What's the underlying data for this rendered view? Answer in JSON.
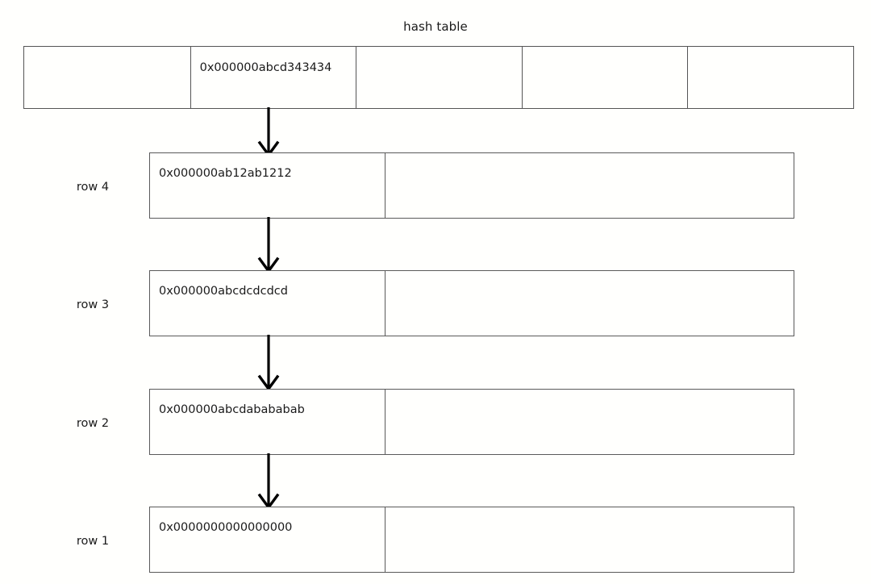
{
  "diagram": {
    "title": "hash table",
    "type": "linked-list-chain-diagram",
    "colors": {
      "background": "#fffffd",
      "border": "#555555",
      "text": "#1a1a1a",
      "arrow": "#000000"
    }
  },
  "hash_table": {
    "cells": [
      {
        "text": ""
      },
      {
        "text": "0x000000abcd343434"
      },
      {
        "text": ""
      },
      {
        "text": ""
      },
      {
        "text": ""
      }
    ]
  },
  "rows": [
    {
      "label": "row 4",
      "key": "0x000000ab12ab1212",
      "value": ""
    },
    {
      "label": "row 3",
      "key": "0x000000abcdcdcdcd",
      "value": ""
    },
    {
      "label": "row 2",
      "key": "0x000000abcdabababab",
      "value": ""
    },
    {
      "label": "row 1",
      "key": "0x0000000000000000",
      "value": ""
    }
  ],
  "arrows": [
    {
      "name": "arrow-hash-to-row4",
      "from": "hash-table-cell-1",
      "to": "row-4"
    },
    {
      "name": "arrow-row4-to-row3",
      "from": "row-4",
      "to": "row-3"
    },
    {
      "name": "arrow-row3-to-row2",
      "from": "row-3",
      "to": "row-2"
    },
    {
      "name": "arrow-row2-to-row1",
      "from": "row-2",
      "to": "row-1"
    }
  ]
}
